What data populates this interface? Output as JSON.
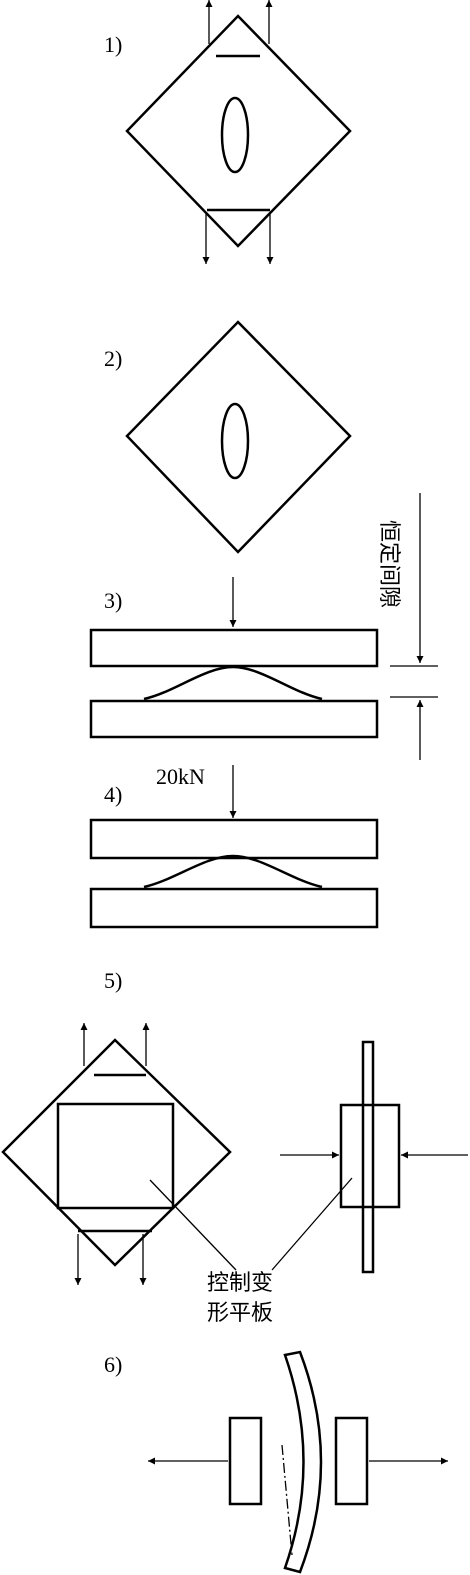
{
  "steps": [
    {
      "label": "1)"
    },
    {
      "label": "2)"
    },
    {
      "label": "3)"
    },
    {
      "label": "4)"
    },
    {
      "label": "5)"
    },
    {
      "label": "6)"
    }
  ],
  "annotations": {
    "constant_gap": "恒定间隙",
    "force": "20kN",
    "plate_line1": "控制变",
    "plate_line2": "形平板"
  }
}
